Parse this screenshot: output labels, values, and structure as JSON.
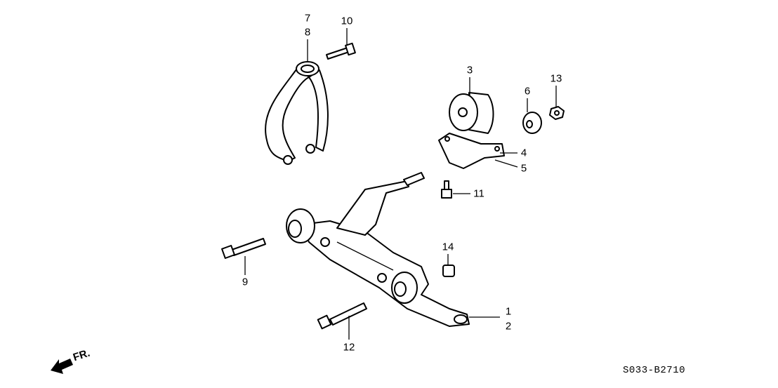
{
  "diagram": {
    "callouts": [
      {
        "id": "1",
        "label": "1"
      },
      {
        "id": "2",
        "label": "2"
      },
      {
        "id": "3",
        "label": "3"
      },
      {
        "id": "4",
        "label": "4"
      },
      {
        "id": "5",
        "label": "5"
      },
      {
        "id": "6",
        "label": "6"
      },
      {
        "id": "7",
        "label": "7"
      },
      {
        "id": "8",
        "label": "8"
      },
      {
        "id": "9",
        "label": "9"
      },
      {
        "id": "10",
        "label": "10"
      },
      {
        "id": "11",
        "label": "11"
      },
      {
        "id": "12",
        "label": "12"
      },
      {
        "id": "13",
        "label": "13"
      },
      {
        "id": "14",
        "label": "14"
      }
    ],
    "direction_label": "FR.",
    "diagram_code": "S033-B2710"
  }
}
